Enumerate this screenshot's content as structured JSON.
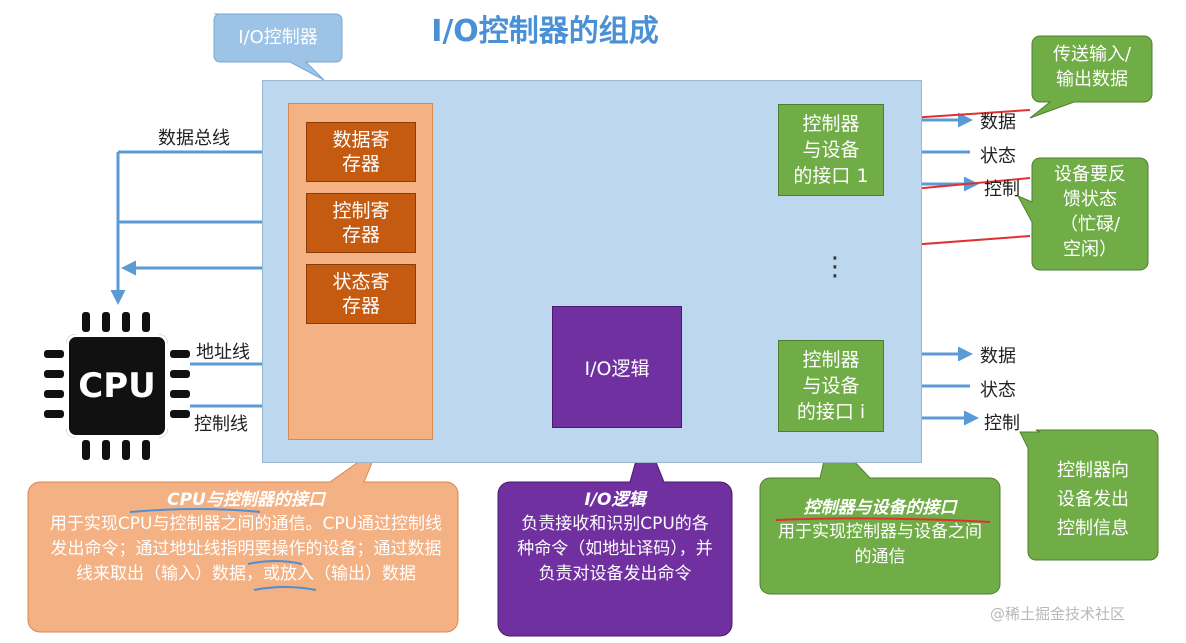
{
  "title": "I/O控制器的组成",
  "controller_tag": "I/O控制器",
  "registers": {
    "data": "数据寄\n存器",
    "control": "控制寄\n存器",
    "status": "状态寄\n存器"
  },
  "io_logic": "I/O逻辑",
  "interfaces": {
    "first": "控制器\n与设备\n的接口 1",
    "last": "控制器\n与设备\n的接口 i",
    "ellipsis": "⋮"
  },
  "cpu_side": {
    "chip": "CPU",
    "data_bus": "数据总线",
    "address_line": "地址线",
    "control_line": "控制线"
  },
  "device_signals": {
    "first": [
      "数据",
      "状态",
      "控制"
    ],
    "last": [
      "数据",
      "状态",
      "控制"
    ]
  },
  "callouts": {
    "transfer": "传送输入/\n输出数据",
    "feedback": "设备要反\n馈状态\n（忙碌/\n空闲）",
    "control_info": "控制器向\n设备发出\n控制信息",
    "cpu_interface": {
      "title": "CPU与控制器的接口",
      "body": "用于实现CPU与控制器之间的通信。CPU通过控制线发出命令；通过地址线指明要操作的设备；通过数据线来取出（输入）数据，或放入（输出）数据"
    },
    "io_logic": {
      "title": "I/O逻辑",
      "body": "负责接收和识别CPU的各种命令（如地址译码），并负责对设备发出命令"
    },
    "device_interface": {
      "title": "控制器与设备的接口",
      "body": "用于实现控制器与设备之间的通信"
    }
  },
  "colors": {
    "title": "#4a90d6",
    "controller_bg": "#bcd7ee",
    "register_column": "#f4b183",
    "register": "#c55a11",
    "io_logic": "#7030a0",
    "interface": "#70ad47",
    "arrow": "#5b9bd5",
    "annotation": "#e03030"
  },
  "watermark": "@稀土掘金技术社区"
}
